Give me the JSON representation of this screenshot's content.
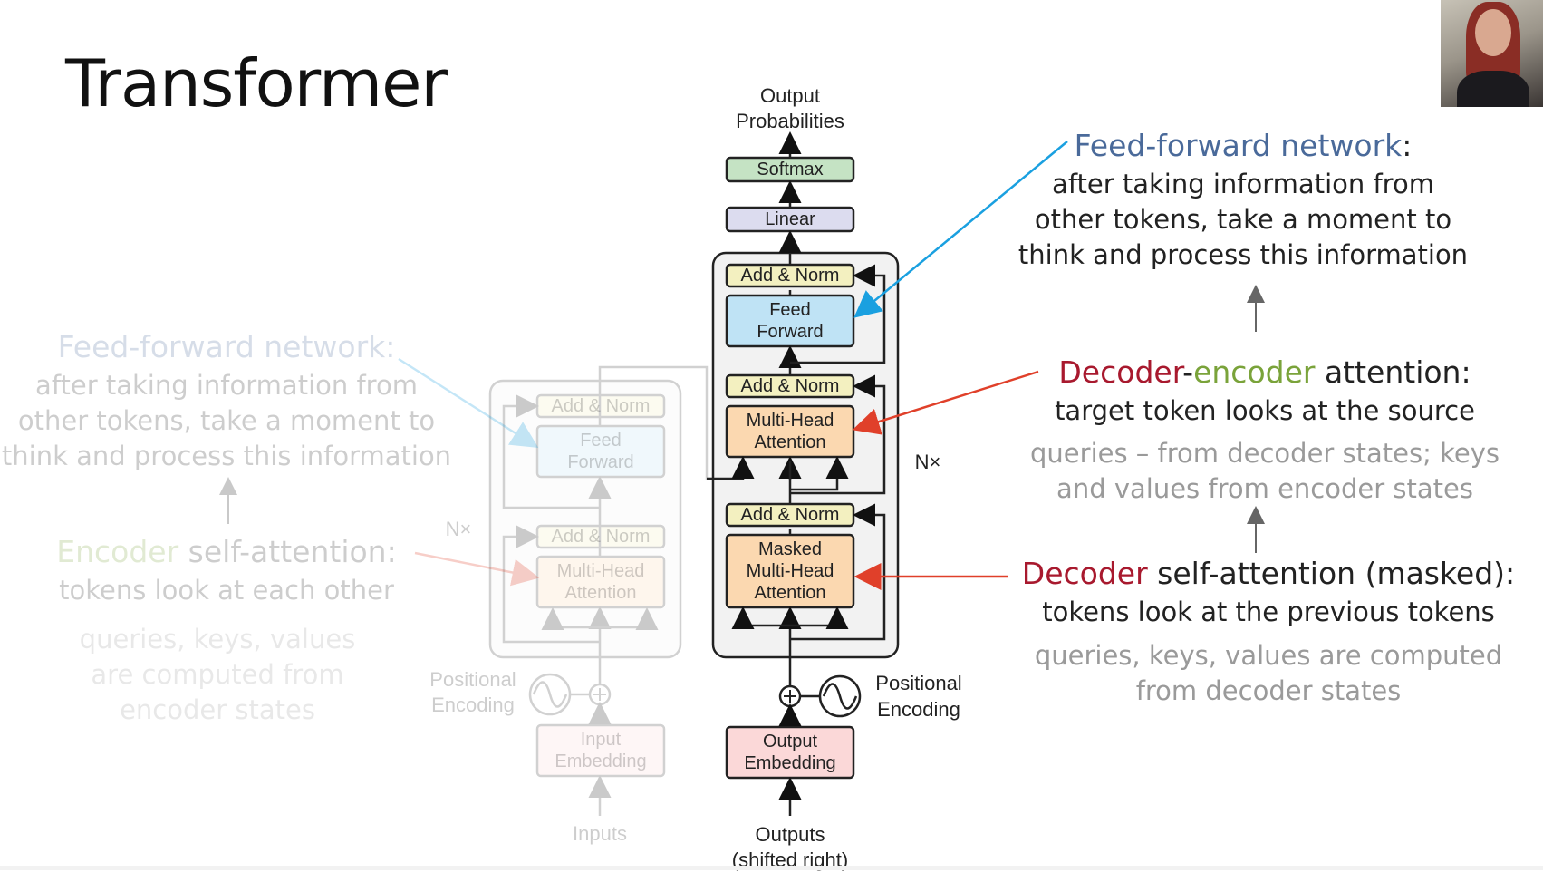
{
  "slide": {
    "title": "Transformer"
  },
  "colors": {
    "blue_accent": "#4a6a9a",
    "red_accent": "#a8192e",
    "green_accent": "#7aa33a",
    "gray_text": "#9a9a9a",
    "arrow_blue": "#1aa0e0",
    "arrow_red": "#e0402a"
  },
  "encoder": {
    "add_norm": "Add & Norm",
    "feed_forward_1": "Feed",
    "feed_forward_2": "Forward",
    "mha_1": "Multi-Head",
    "mha_2": "Attention",
    "nx": "N×",
    "positional_1": "Positional",
    "positional_2": "Encoding",
    "input_emb_1": "Input",
    "input_emb_2": "Embedding",
    "inputs": "Inputs"
  },
  "decoder": {
    "output_prob_1": "Output",
    "output_prob_2": "Probabilities",
    "softmax": "Softmax",
    "linear": "Linear",
    "add_norm": "Add & Norm",
    "feed_forward_1": "Feed",
    "feed_forward_2": "Forward",
    "mha_1": "Multi-Head",
    "mha_2": "Attention",
    "masked_1": "Masked",
    "masked_2": "Multi-Head",
    "masked_3": "Attention",
    "nx": "N×",
    "positional_1": "Positional",
    "positional_2": "Encoding",
    "output_emb_1": "Output",
    "output_emb_2": "Embedding",
    "outputs_1": "Outputs",
    "outputs_2": "(shifted right)"
  },
  "annotations": {
    "ffn_right": {
      "title": "Feed-forward network",
      "colon": ":",
      "line1": "after taking information from",
      "line2": "other tokens, take a moment to",
      "line3": "think and process this information"
    },
    "dec_enc": {
      "w1": "Decoder",
      "dash": "-",
      "w2": "encoder",
      "w3": " attention:",
      "line1": "target token looks at the source",
      "gray1": "queries – from decoder states; keys",
      "gray2": "and values from encoder states"
    },
    "dec_self": {
      "w1": "Decoder",
      "w2": " self-attention (masked):",
      "line1": "tokens look at the previous tokens",
      "gray1": "queries, keys, values are computed",
      "gray2": "from decoder states"
    },
    "ffn_left": {
      "title": "Feed-forward network:",
      "line1": "after taking information from",
      "line2": "other tokens, take a moment to",
      "line3": "think and process this information"
    },
    "enc_self": {
      "w1": "Encoder",
      "w2": " self-attention:",
      "line1": "tokens look at each other",
      "gray1": "queries, keys, values",
      "gray2": "are computed from",
      "gray3": "encoder states"
    }
  }
}
